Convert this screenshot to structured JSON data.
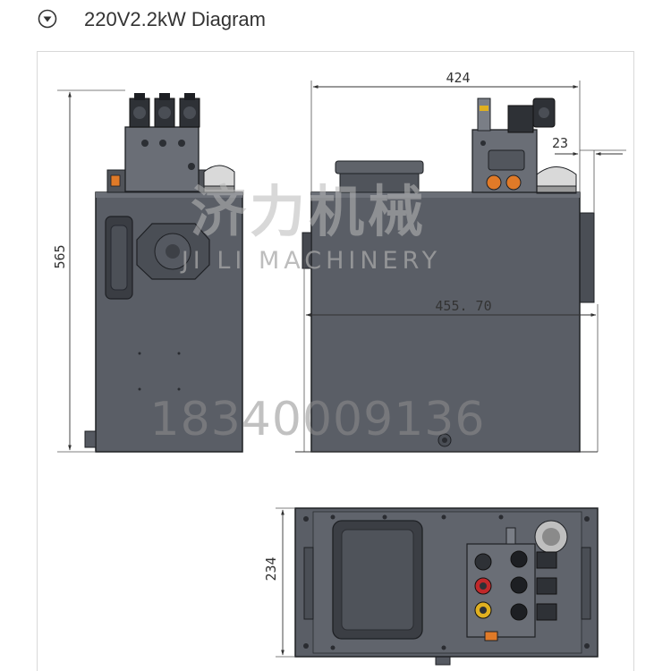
{
  "header": {
    "title": "220V2.2kW Diagram",
    "toggle_icon": "chevron-down-circle-icon"
  },
  "dimensions": {
    "width_top": "424",
    "offset": "23",
    "height_side": "565",
    "width_front": "455. 70",
    "depth_top": "234"
  },
  "watermark": {
    "brand": "济力机械",
    "subtitle": "JI LI MACHINERY",
    "phone": "18340009136"
  },
  "colors": {
    "body": "#5a5e66",
    "body_dark": "#42464d",
    "outline": "#1e2024",
    "valve_orange": "#e07a28",
    "valve_red": "#c0282a",
    "valve_yellow": "#e0b020"
  }
}
